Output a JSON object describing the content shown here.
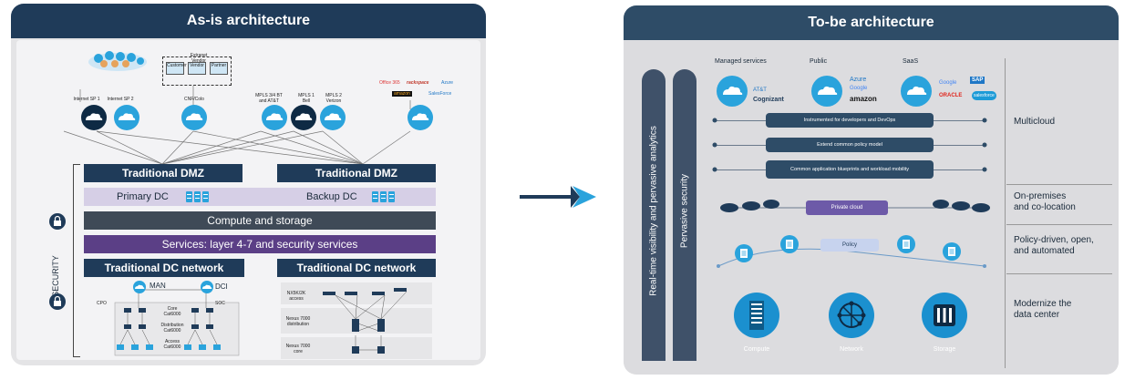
{
  "left": {
    "title": "As-is architecture",
    "extranet_label": "Extranet\nVendor",
    "extranet_boxes": [
      "Customer",
      "Vendor",
      "Partner"
    ],
    "cloud_labels": [
      "Internet SP 1",
      "Internet SP 2",
      "CNF/Colo",
      "MPLS 3/4 BT and AT&T",
      "MPLS 1 Bell",
      "MPLS 2 Verizon"
    ],
    "saas_logos": [
      "Office 365",
      "rackspace",
      "Azure",
      "amazon",
      "SalesForce"
    ],
    "dmz": [
      "Traditional DMZ",
      "Traditional DMZ"
    ],
    "primary_dc": "Primary DC",
    "backup_dc": "Backup DC",
    "compute": "Compute and storage",
    "services": "Services: layer 4-7 and security services",
    "dc_network": [
      "Traditional DC network",
      "Traditional DC network"
    ],
    "security": "SECURITY",
    "man": "MAN",
    "dci": "DCI",
    "cpo": "CPO",
    "soc": "SOC",
    "core": "Core Cat6000",
    "distribution": "Distribution Cat6000",
    "access": "Access Cat6000",
    "nexus_access": "NX5K/2K access",
    "nexus_dist": "Nexus 7000 distribution",
    "nexus_core": "Nexus 7000 core"
  },
  "right": {
    "title": "To-be architecture",
    "vertical1": "Real-time visibility and pervasive analytics",
    "vertical2": "Pervasive security",
    "managed_services": "Managed services",
    "public": "Public",
    "saas": "SaaS",
    "managed_logos": [
      "AT&T",
      "Cognizant"
    ],
    "public_logos": [
      "Azure",
      "Google",
      "amazon"
    ],
    "saas_logos": [
      "Google",
      "SAP",
      "ORACLE",
      "salesforce"
    ],
    "pills": [
      "Instrumented for developers and DevOps",
      "Extend common policy model",
      "Common application blueprints and workload mobility"
    ],
    "private_cloud": "Private cloud",
    "policy": "Policy",
    "compute": "Compute",
    "network": "Network",
    "storage": "Storage",
    "side_labels": [
      "Multicloud",
      "On-premises\nand co-location",
      "Policy-driven, open,\nand automated",
      "Modernize the\ndata center"
    ]
  },
  "colors": {
    "navy": "#1f3b59",
    "purple": "#5b3f86",
    "lavender": "#d6cfe6",
    "cloud": "#2aa3dc",
    "gray": "#3f4a57"
  }
}
